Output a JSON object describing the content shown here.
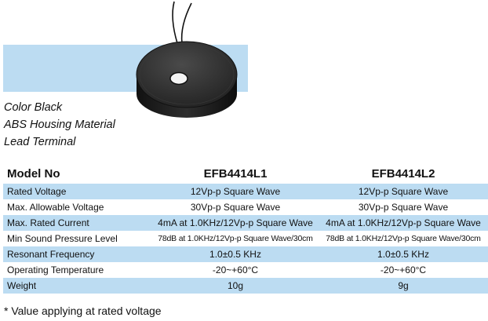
{
  "product": {
    "attributes": [
      "Color Black",
      "ABS Housing Material",
      "Lead Terminal"
    ]
  },
  "spec_table": {
    "headers": [
      "Model No",
      "EFB4414L1",
      "EFB4414L2"
    ],
    "rows": [
      {
        "label": "Rated Voltage",
        "l1": "12Vp-p Square Wave",
        "l2": "12Vp-p Square Wave"
      },
      {
        "label": "Max. Allowable Voltage",
        "l1": "30Vp-p Square Wave",
        "l2": "30Vp-p Square Wave"
      },
      {
        "label": "Max. Rated Current",
        "l1": "4mA at 1.0KHz/12Vp-p Square Wave",
        "l2": "4mA at 1.0KHz/12Vp-p Square Wave"
      },
      {
        "label": "Min Sound Pressure Level",
        "l1": "78dB at 1.0KHz/12Vp-p Square Wave/30cm",
        "l2": "78dB at 1.0KHz/12Vp-p Square Wave/30cm"
      },
      {
        "label": "Resonant Frequency",
        "l1": "1.0±0.5 KHz",
        "l2": "1.0±0.5 KHz"
      },
      {
        "label": "Operating Temperature",
        "l1": "-20~+60°C",
        "l2": "-20~+60°C"
      },
      {
        "label": "Weight",
        "l1": "10g",
        "l2": "9g"
      }
    ]
  },
  "footnote": "* Value applying at rated voltage",
  "colors": {
    "row_highlight": "#bcdcf2",
    "buzzer_body": "#2a2a2a"
  }
}
